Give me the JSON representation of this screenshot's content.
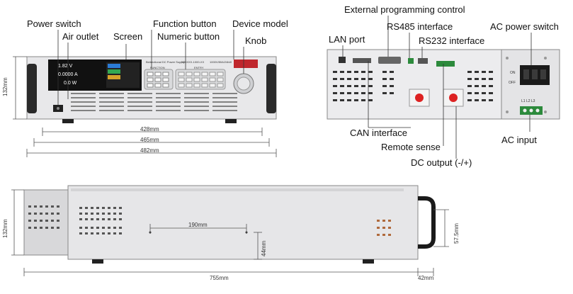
{
  "front_view": {
    "labels": {
      "power_switch": "Power switch",
      "air_outlet": "Air outlet",
      "screen": "Screen",
      "function_button": "Function button",
      "numeric_button": "Numeric button",
      "device_model": "Device model",
      "knob": "Knob"
    },
    "screen_readouts": [
      "1.82 V",
      "0.0000 A",
      "0.0 W"
    ],
    "panel_texts": {
      "product_name": "Bidirectional DC Power Supply",
      "model_text": "N35XXX-1000-XX",
      "range_text": "1000V/80A/24kW",
      "function_title": "FUNCTION",
      "entry_title": "ENTRY"
    },
    "dimensions": {
      "height": "132mm",
      "w1": "428mm",
      "w2": "465mm",
      "w3": "482mm"
    }
  },
  "rear_view": {
    "labels": {
      "external_programming": "External programming control",
      "lan_port": "LAN port",
      "rs485": "RS485 interface",
      "rs232": "RS232 interface",
      "ac_power_switch": "AC power switch",
      "can_interface": "CAN interface",
      "remote_sense": "Remote sense",
      "dc_output": "DC output (-/+)",
      "ac_input": "AC input"
    },
    "switch_marks": [
      "ON",
      "OFF"
    ],
    "terminal_marks": "L1 L2 L3"
  },
  "side_view": {
    "dimensions": {
      "height": "132mm",
      "spacing": "190mm",
      "foot_height": "44mm",
      "handle_height": "57.5mm",
      "length": "755mm",
      "handle_depth": "42mm"
    }
  }
}
